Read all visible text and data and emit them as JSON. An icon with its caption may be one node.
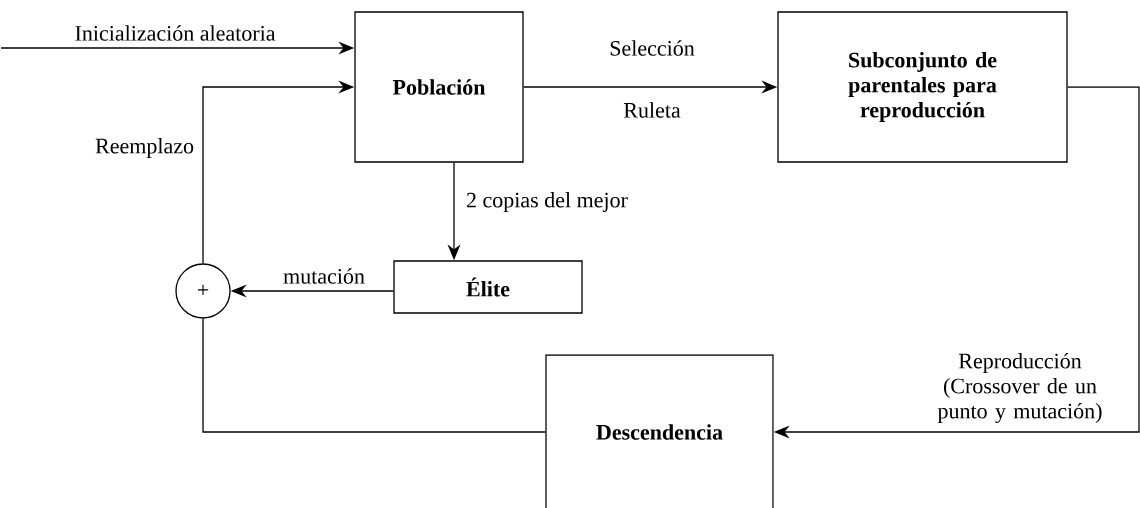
{
  "diagram": {
    "nodes": [
      {
        "text": [
          "Población"
        ]
      },
      {
        "text": [
          "Subconjunto de parentales para reproducción"
        ]
      },
      {
        "text": [
          "Élite"
        ]
      },
      {
        "text": [
          "+"
        ]
      },
      {
        "text": [
          "Descendencia"
        ]
      }
    ],
    "edges": [
      {
        "from": null,
        "to": 0,
        "arrow": "to",
        "label": "Inicialización aleatoria"
      },
      {
        "from": 3,
        "to": 0,
        "arrow": "to",
        "label": "Reemplazo"
      },
      {
        "from": 0,
        "to": 1,
        "arrow": "to",
        "label": "Selección"
      },
      {
        "from": 0,
        "to": 2,
        "arrow": "to",
        "label": "2 copias del mejor"
      },
      {
        "from": 2,
        "to": 3,
        "arrow": "to",
        "label": "mutación"
      },
      {
        "from": 1,
        "to": 4,
        "arrow": "to",
        "label": "Reproducción (Crossover de un punto y mutación)"
      },
      {
        "from": 4,
        "to": 3,
        "arrow": "none"
      }
    ],
    "labels": [
      "Ruleta"
    ]
  }
}
